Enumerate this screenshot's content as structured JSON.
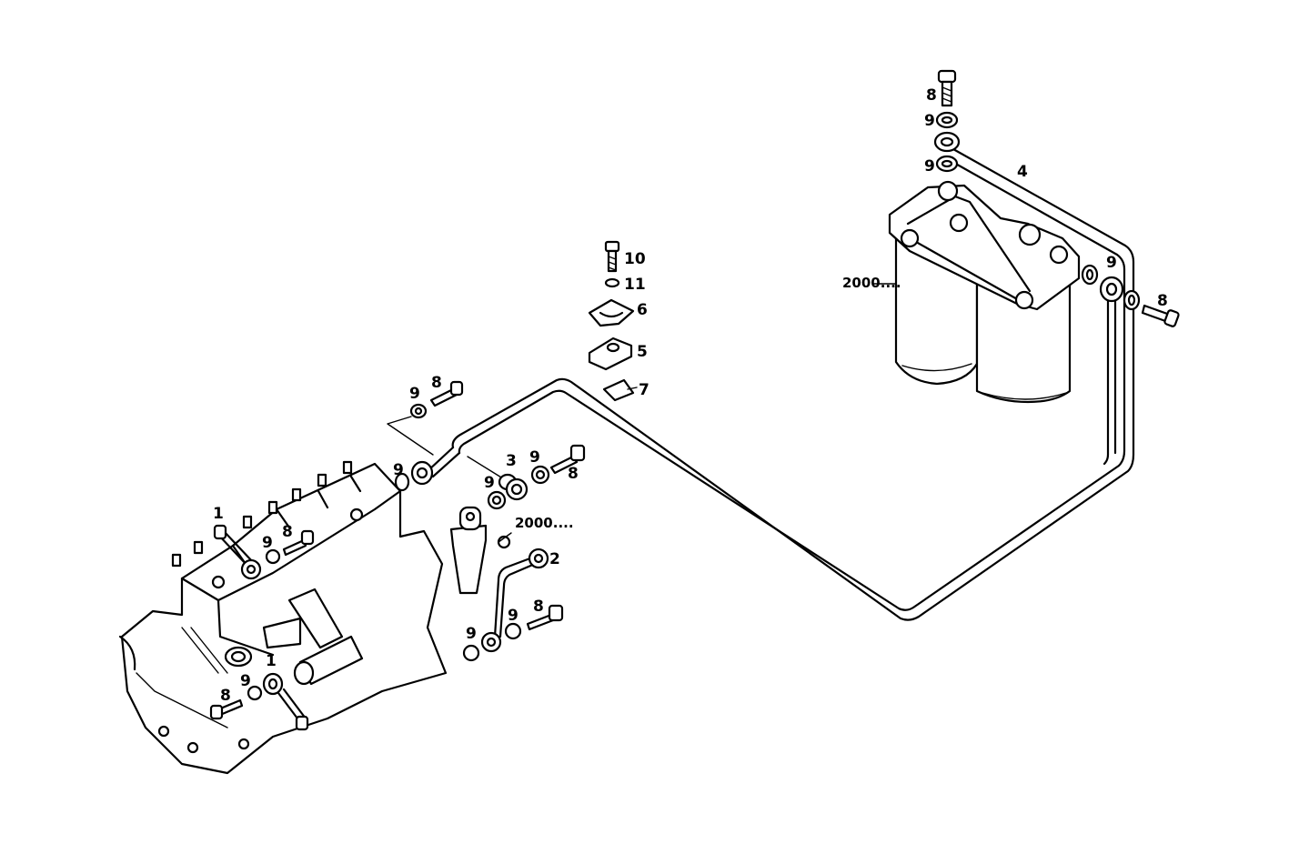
{
  "diagram": {
    "labels": {
      "p1a": "1",
      "p1b": "1",
      "p2": "2",
      "p3": "3",
      "p4": "4",
      "p5": "5",
      "p6": "6",
      "p7": "7",
      "p10": "10",
      "p11": "11",
      "p8_top": "8",
      "p8_right": "8",
      "p8_mid": "8",
      "p8_clamp": "8",
      "p8_pump": "8",
      "p8_low": "8",
      "p8_bot": "8",
      "p9_top1": "9",
      "p9_top2": "9",
      "p9_right": "9",
      "p9_a": "9",
      "p9_b": "9",
      "p9_c": "9",
      "p9_d": "9",
      "p9_e": "9",
      "p9_f": "9",
      "p9_g": "9",
      "p9_h": "9",
      "ref_filter": "2000....",
      "ref_small": "2000...."
    }
  }
}
